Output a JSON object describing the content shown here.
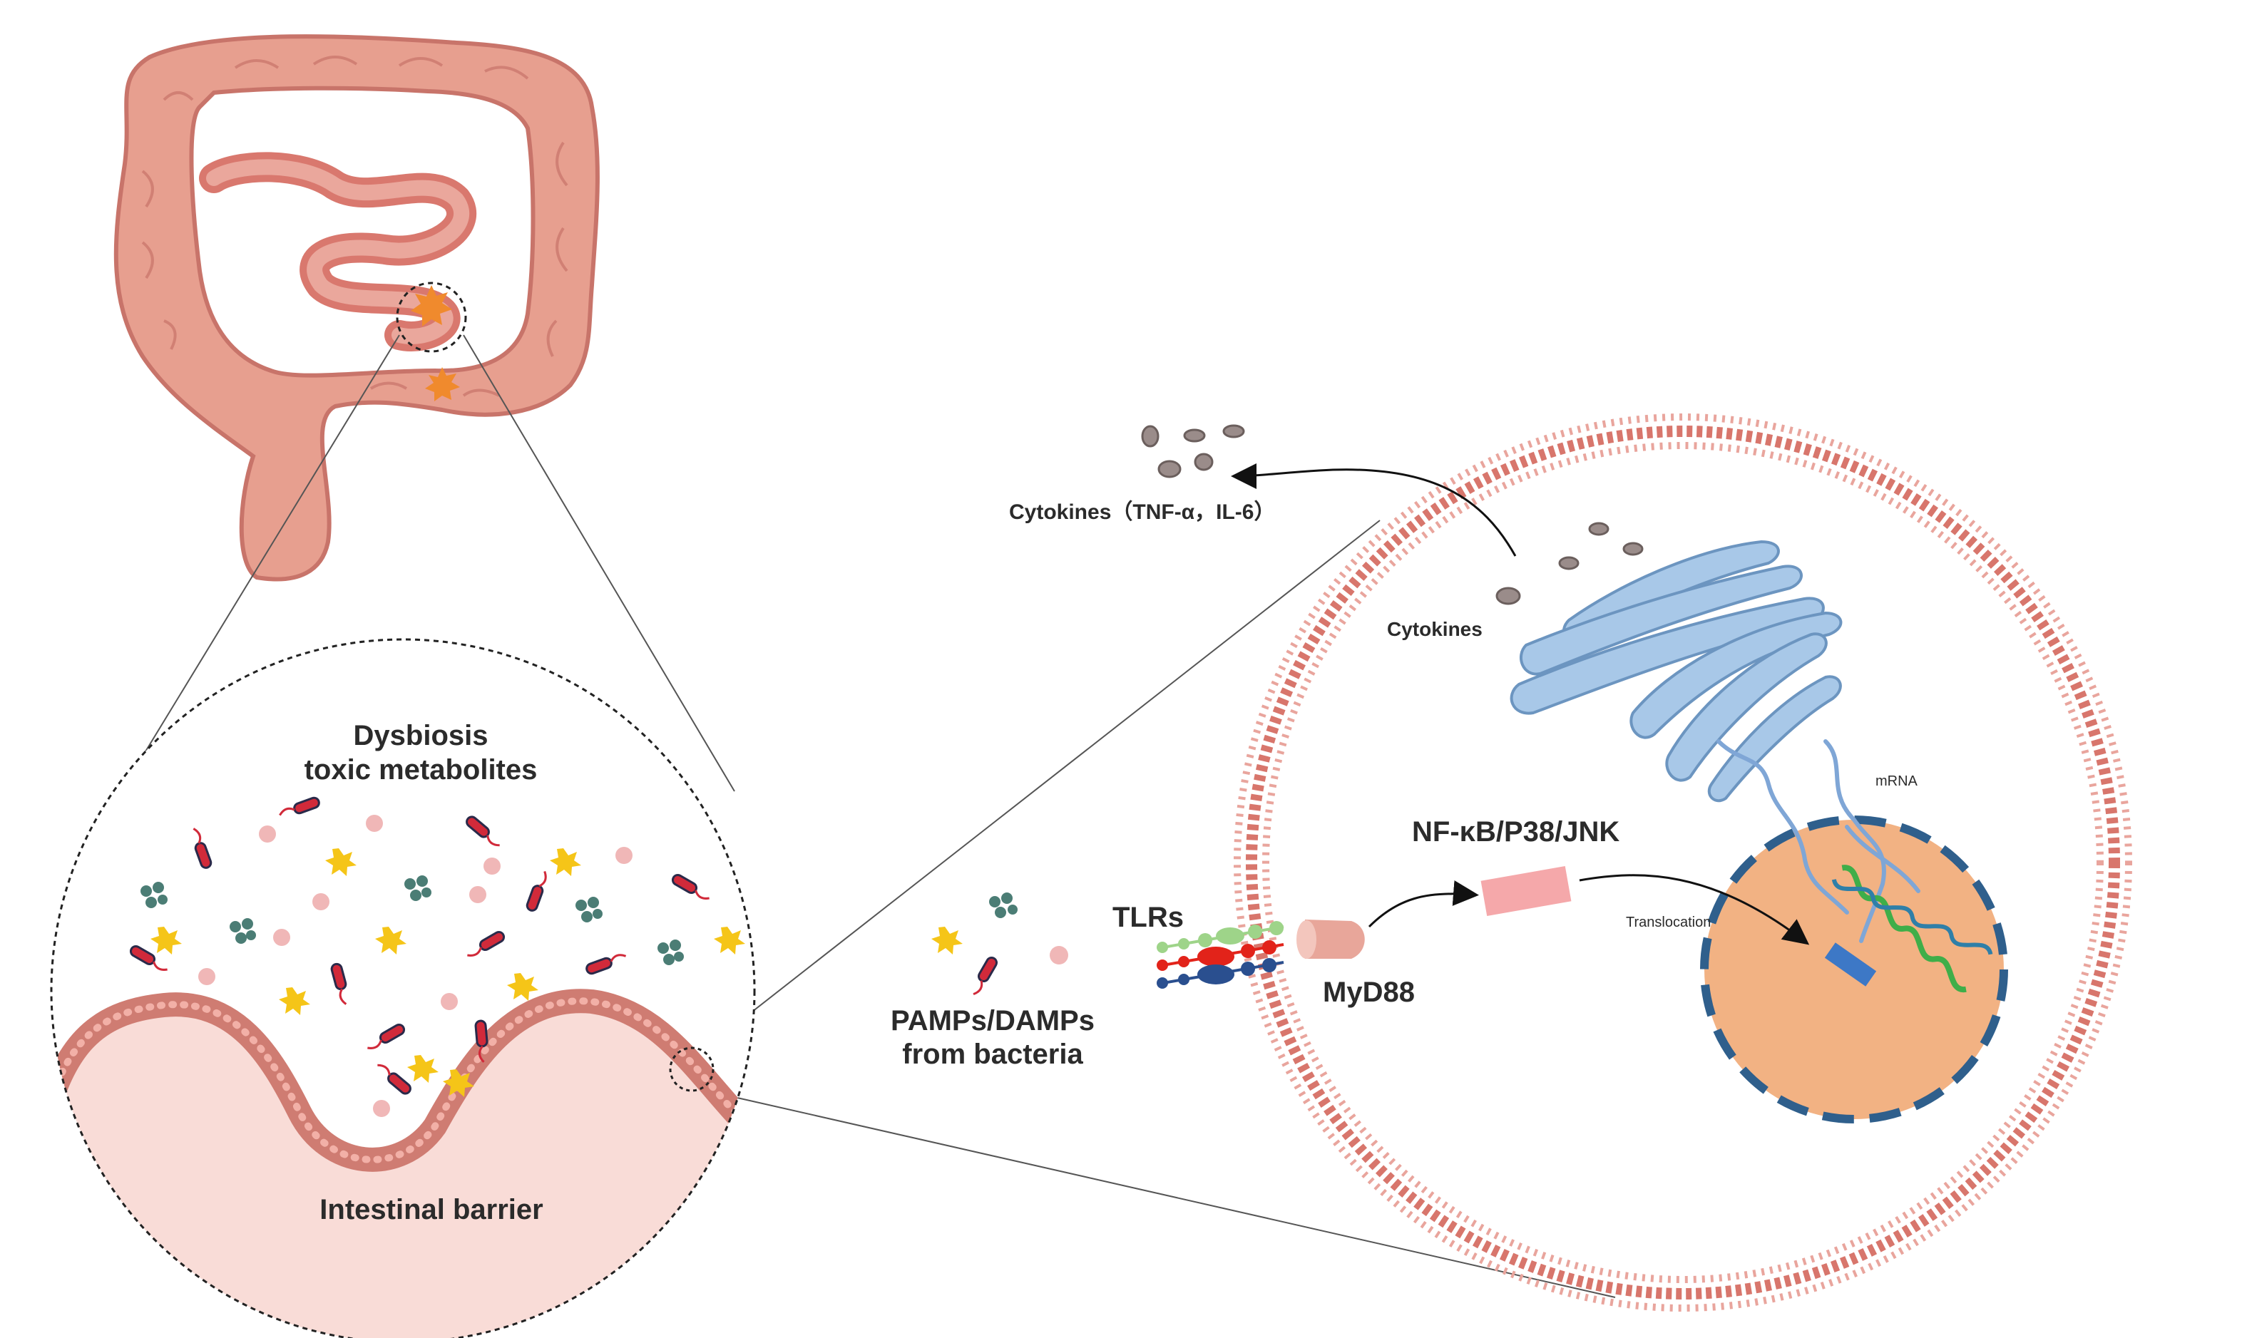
{
  "labels": {
    "dysbiosis_line1": "Dysbiosis",
    "dysbiosis_line2": "toxic metabolites",
    "intestinal_barrier": "Intestinal barrier",
    "pamps_line1": "PAMPs/DAMPs",
    "pamps_line2": "from bacteria",
    "tlrs": "TLRs",
    "myd88": "MyD88",
    "nfkb": "NF-κB/P38/JNK",
    "translocation": "Translocation",
    "mrna": "mRNA",
    "cytokines_inner": "Cytokines",
    "cytokines_outer": "Cytokines（TNF-α，IL-6）"
  },
  "colors": {
    "colon_fill": "#e79f8f",
    "colon_stroke": "#c8746a",
    "small_intestine": "#d9786e",
    "membrane": "#d8766c",
    "nucleus": "#f2b283",
    "nucleus_border": "#2f5f8c",
    "golgi": "#a8c8e8",
    "golgi_stroke": "#6c95c0",
    "nfkb_box": "#f5a8aa",
    "myd88": "#e8a69a",
    "tlr_green": "#9ed489",
    "tlr_red": "#e2231a",
    "tlr_blue": "#2a4f8f",
    "bacteria_body": "#d12a3a",
    "yellow_toxin": "#f5c518",
    "cluster": "#4b7d75",
    "pink_dot": "#f0b7b7",
    "cytokine_fill": "#9a8c8a",
    "dna_green": "#3fae49",
    "dna_blue": "#3d78c6"
  }
}
